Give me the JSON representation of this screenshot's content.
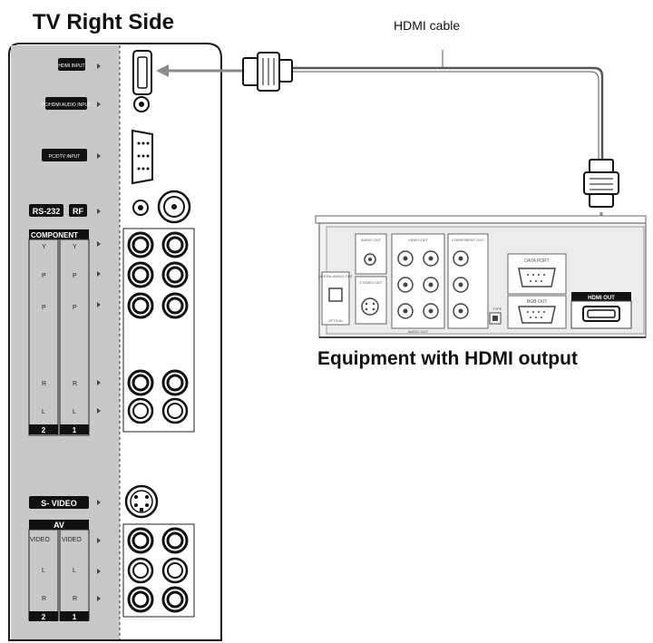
{
  "title": "TV Right Side",
  "cable_label": "HDMI cable",
  "equipment_label": "Equipment with HDMI output",
  "tv_labels": {
    "hdmi_input": "HDMI INPUT",
    "audio_input": "PC/HDMI AUDIO INPUT",
    "pc_input": "PC/DTV INPUT",
    "rs232": "RS-232",
    "rf": "RF",
    "component": "COMPONENT",
    "s_video": "S- VIDEO",
    "av": "AV"
  },
  "component_rows": [
    {
      "left": "Y",
      "right": "Y"
    },
    {
      "left": "P",
      "right": "P"
    },
    {
      "left": "P",
      "right": "P"
    },
    {
      "left": "R",
      "right": "R"
    },
    {
      "left": "L",
      "right": "L"
    }
  ],
  "component_numbers": [
    "2",
    "1"
  ],
  "av_rows": [
    {
      "left": "VIDEO",
      "right": "VIDEO"
    },
    {
      "left": "L",
      "right": "L"
    },
    {
      "left": "R",
      "right": "R"
    }
  ],
  "av_numbers": [
    "2",
    "1"
  ],
  "equipment_labels": {
    "audio_out": "AUDIO OUT",
    "digital_audio_out": "DIGITAL AUDIO OUT",
    "optical": "OPTICAL",
    "s_video_out": "S VIDEO OUT",
    "video_out": "VIDEO OUT",
    "component_out": "COMPONENT OUT",
    "audio_out_bottom": "AUDIO OUT",
    "type": "TYPE",
    "data_port": "DATA PORT",
    "rgb_out": "RGB OUT",
    "hdmi_out": "HDMI OUT"
  },
  "colors": {
    "panel_gray": "#c8c8c8",
    "outline": "#1a1a1a",
    "label_black": "#111111",
    "arrow_gray": "#8a8a8a"
  }
}
